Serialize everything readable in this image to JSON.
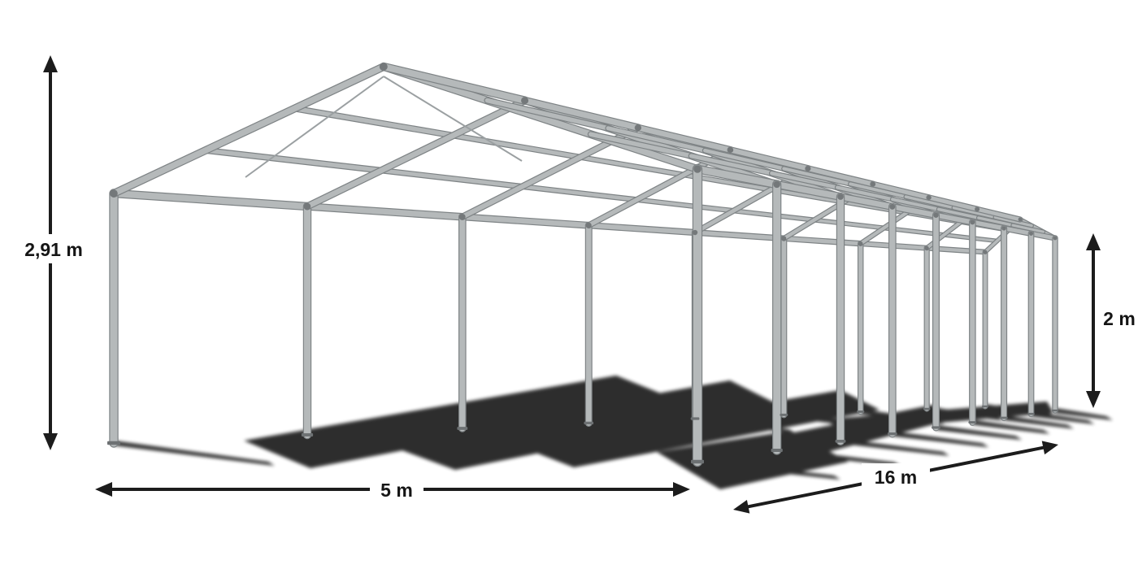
{
  "dimensions": {
    "ridge_height": "2,91 m",
    "width": "5 m",
    "length": "16 m",
    "side_height": "2 m"
  },
  "illustration": {
    "description": "Galvanized steel party tent frame shown in perspective with ground shadows",
    "frame_color": "#b5b9ba",
    "frame_outline_color": "#7e8385",
    "joint_color": "#74787a",
    "base_plate_color": "#6d7173",
    "brace_color": "#9ba0a2",
    "shadow_color": "#000000",
    "arrow_color": "#1c1c1c",
    "background": "#ffffff"
  }
}
